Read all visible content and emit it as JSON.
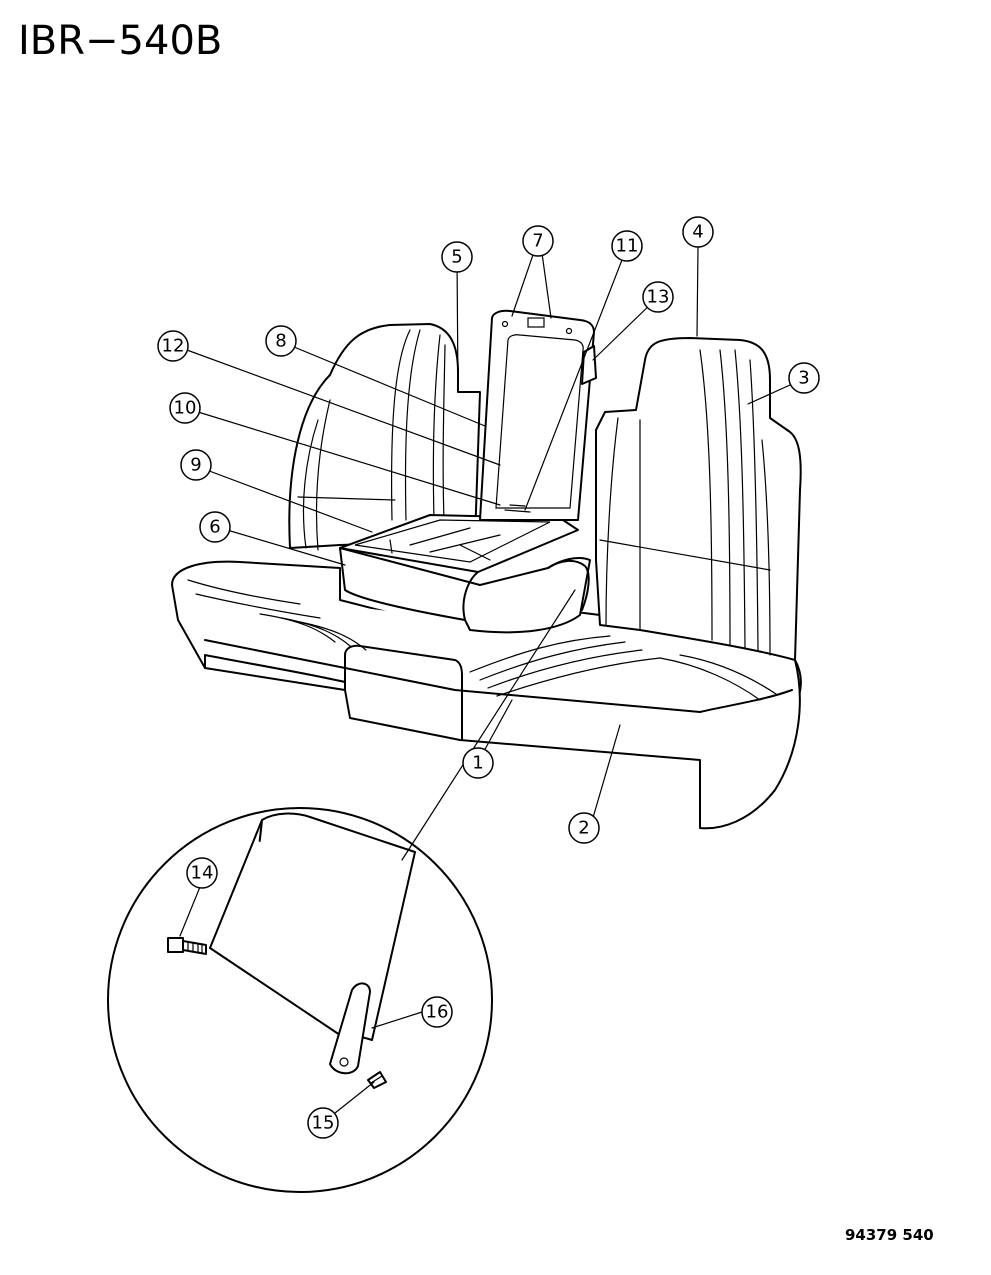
{
  "diagram": {
    "title": "IBR−540B",
    "code": "94379 540",
    "callouts": [
      "1",
      "2",
      "3",
      "4",
      "5",
      "6",
      "7",
      "8",
      "9",
      "10",
      "11",
      "12",
      "13",
      "14",
      "15",
      "16"
    ]
  }
}
